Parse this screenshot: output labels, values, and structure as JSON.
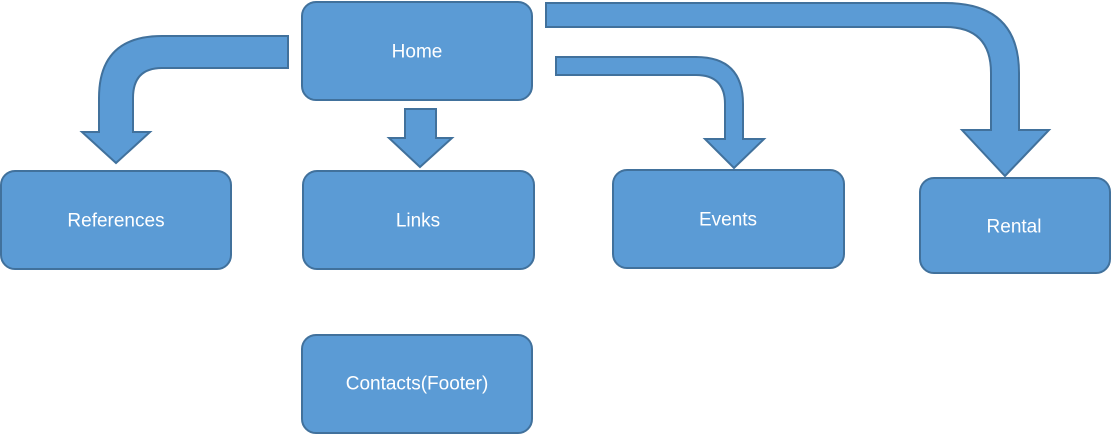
{
  "colors": {
    "node_fill": "#5b9bd5",
    "node_stroke": "#41719c",
    "text": "#ffffff"
  },
  "nodes": {
    "home": "Home",
    "references": "References",
    "links": "Links",
    "events": "Events",
    "rental": "Rental",
    "contacts": "Contacts(Footer)"
  },
  "edges": [
    {
      "from": "home",
      "to": "references"
    },
    {
      "from": "home",
      "to": "links"
    },
    {
      "from": "home",
      "to": "events"
    },
    {
      "from": "home",
      "to": "rental"
    }
  ]
}
